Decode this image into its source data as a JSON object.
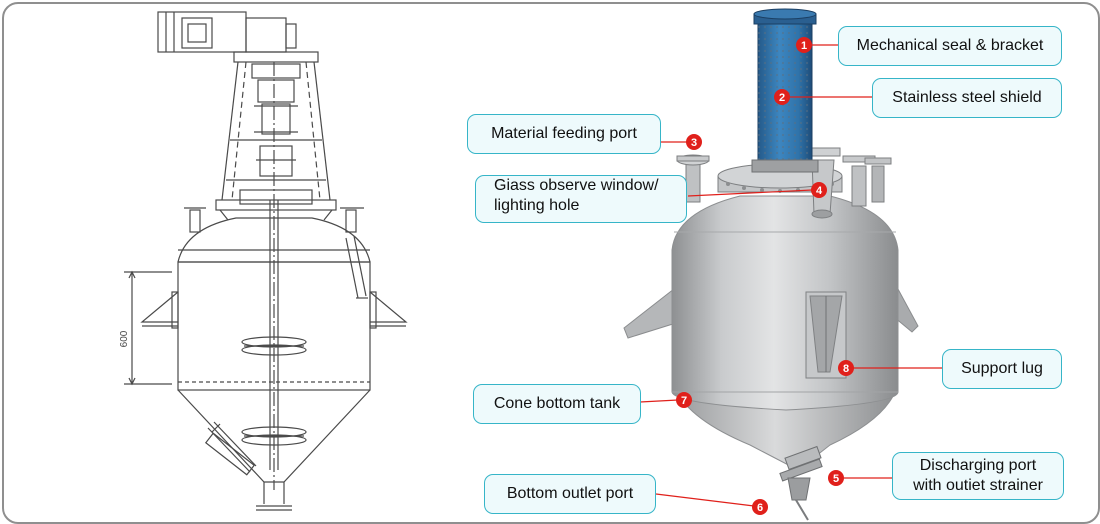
{
  "drawing": {
    "dimension_label": "600"
  },
  "callouts": [
    {
      "number": "1",
      "text": "Mechanical seal & bracket"
    },
    {
      "number": "2",
      "text": "Stainless steel shield"
    },
    {
      "number": "3",
      "text": "Material feeding port"
    },
    {
      "number": "4",
      "line1": "Giass observe window/",
      "line2": "lighting hole"
    },
    {
      "number": "5",
      "line1": "Discharging port",
      "line2": "with outiet strainer"
    },
    {
      "number": "6",
      "text": "Bottom outlet port"
    },
    {
      "number": "7",
      "text": "Cone bottom tank"
    },
    {
      "number": "8",
      "text": "Support lug"
    }
  ],
  "colors": {
    "callout_border": "#36b5c8",
    "callout_fill": "#eefafc",
    "marker_red": "#e0201b",
    "leader_line": "#e0201b",
    "drawing_line": "#4a4a4a",
    "frame_border": "#8f8f8f"
  }
}
